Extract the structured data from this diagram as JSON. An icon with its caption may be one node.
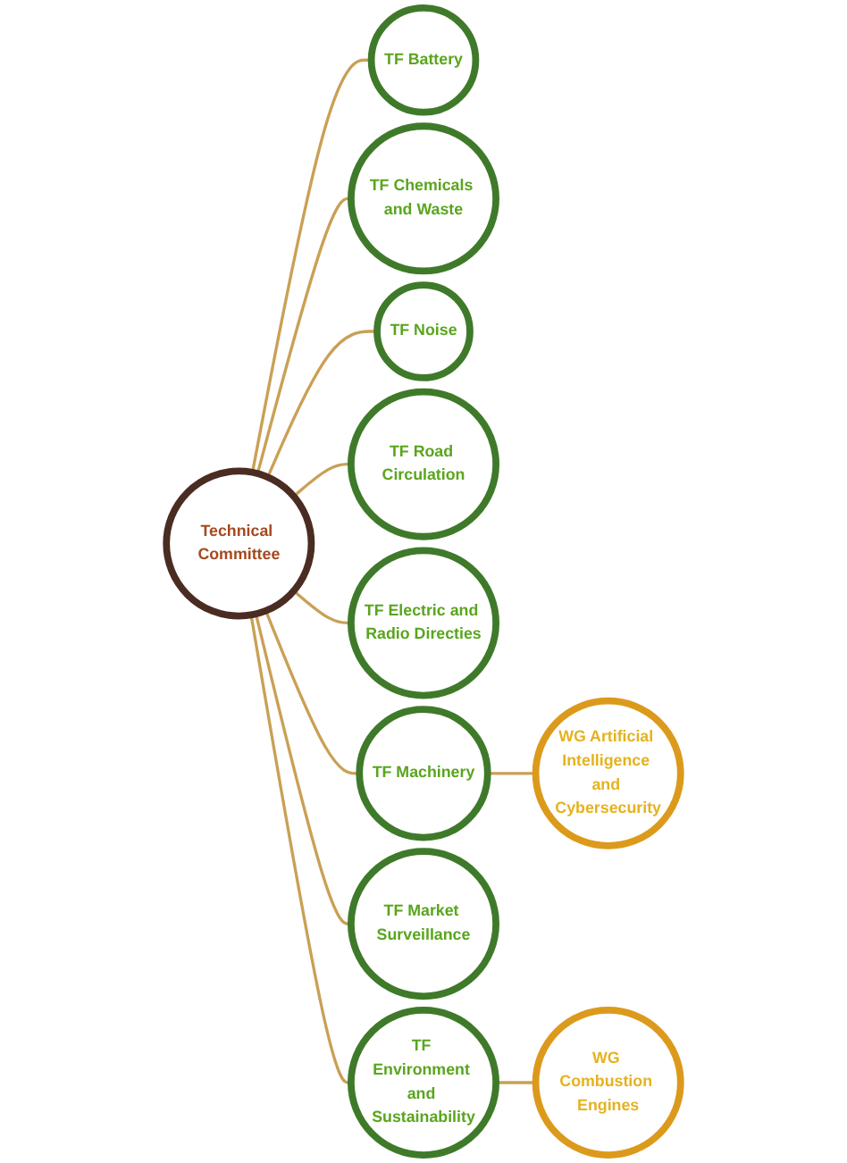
{
  "diagram": {
    "nodes": [
      {
        "text": [
          "TF Battery"
        ]
      },
      {
        "text": [
          "TF Chemicals and Waste"
        ]
      },
      {
        "text": [
          "TF Noise"
        ]
      },
      {
        "text": [
          "TF Road Circulation"
        ]
      },
      {
        "text": [
          "Technical Committee"
        ]
      },
      {
        "text": [
          "TF Electric and Radio Directies"
        ]
      },
      {
        "text": [
          "TF Machinery"
        ]
      },
      {
        "text": [
          "TF Market Surveillance"
        ]
      },
      {
        "text": [
          "TF Environment and Sustainability"
        ]
      },
      {
        "text": [
          "WG Artificial Intelligence and Cybersecurity"
        ]
      },
      {
        "text": [
          "WG Combustion Engines"
        ]
      }
    ],
    "edges": [
      {
        "from": 4,
        "to": 0,
        "arrow": "none"
      },
      {
        "from": 4,
        "to": 1,
        "arrow": "none"
      },
      {
        "from": 4,
        "to": 2,
        "arrow": "none"
      },
      {
        "from": 4,
        "to": 3,
        "arrow": "none"
      },
      {
        "from": 4,
        "to": 5,
        "arrow": "none"
      },
      {
        "from": 4,
        "to": 6,
        "arrow": "none"
      },
      {
        "from": 4,
        "to": 7,
        "arrow": "none"
      },
      {
        "from": 4,
        "to": 8,
        "arrow": "none"
      },
      {
        "from": 6,
        "to": 9,
        "arrow": "none"
      },
      {
        "from": 8,
        "to": 10,
        "arrow": "none"
      }
    ]
  }
}
